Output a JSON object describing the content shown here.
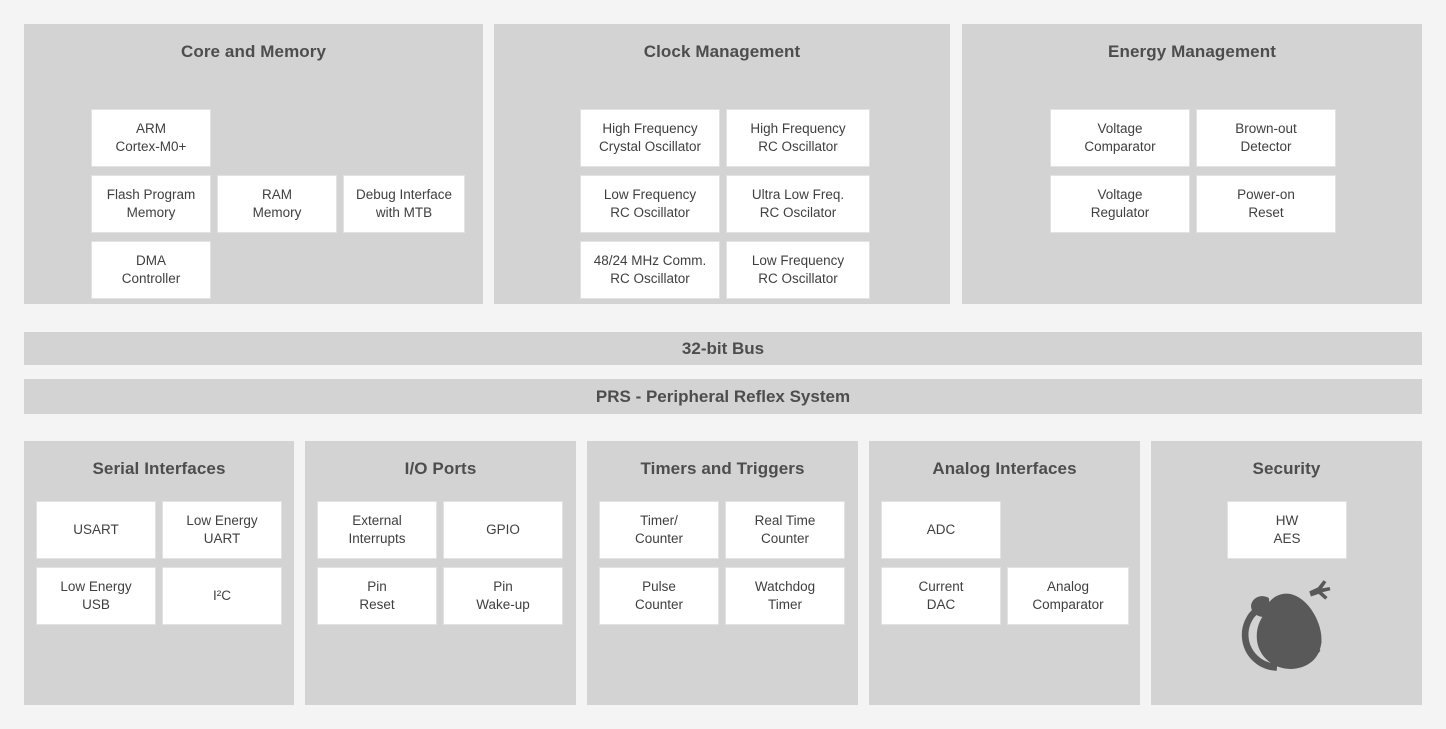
{
  "colors": {
    "page_background": "#f4f4f4",
    "panel_background": "#d3d3d3",
    "block_background": "#ffffff",
    "block_border": "#e2e2e2",
    "title_text": "#4d4d4d",
    "block_text": "#3f3f3f",
    "logo": "#595959"
  },
  "panels": {
    "core_and_memory": {
      "title": "Core and Memory",
      "blocks": [
        {
          "label": "ARM\nCortex-M0+",
          "line1": "ARM",
          "line2": "Cortex-M0+"
        },
        {
          "label": "Flash Program\nMemory",
          "line1": "Flash Program",
          "line2": "Memory"
        },
        {
          "label": "RAM\nMemory",
          "line1": "RAM",
          "line2": "Memory"
        },
        {
          "label": "Debug Interface\nwith MTB",
          "line1": "Debug Interface",
          "line2": "with MTB"
        },
        {
          "label": "DMA\nController",
          "line1": "DMA",
          "line2": "Controller"
        }
      ]
    },
    "clock_management": {
      "title": "Clock Management",
      "blocks": [
        {
          "line1": "High Frequency",
          "line2": "Crystal Oscillator"
        },
        {
          "line1": "High Frequency",
          "line2": "RC Oscillator"
        },
        {
          "line1": "Low Frequency",
          "line2": "RC Oscillator"
        },
        {
          "line1": "Ultra Low Freq.",
          "line2": "RC Oscilator"
        },
        {
          "line1": "48/24 MHz Comm.",
          "line2": "RC Oscillator"
        },
        {
          "line1": "Low Frequency",
          "line2": "RC Oscillator"
        }
      ]
    },
    "energy_management": {
      "title": "Energy Management",
      "blocks": [
        {
          "line1": "Voltage",
          "line2": "Comparator"
        },
        {
          "line1": "Brown-out",
          "line2": "Detector"
        },
        {
          "line1": "Voltage",
          "line2": "Regulator"
        },
        {
          "line1": "Power-on",
          "line2": "Reset"
        }
      ]
    },
    "serial_interfaces": {
      "title": "Serial Interfaces",
      "blocks": [
        {
          "line1": "USART",
          "line2": ""
        },
        {
          "line1": "Low Energy",
          "line2": "UART"
        },
        {
          "line1": "Low Energy",
          "line2": "USB"
        },
        {
          "line1": "I²C",
          "line2": ""
        }
      ]
    },
    "io_ports": {
      "title": "I/O Ports",
      "blocks": [
        {
          "line1": "External",
          "line2": "Interrupts"
        },
        {
          "line1": "GPIO",
          "line2": ""
        },
        {
          "line1": "Pin",
          "line2": "Reset"
        },
        {
          "line1": "Pin",
          "line2": "Wake-up"
        }
      ]
    },
    "timers_and_triggers": {
      "title": "Timers and Triggers",
      "blocks": [
        {
          "line1": "Timer/",
          "line2": "Counter"
        },
        {
          "line1": "Real Time",
          "line2": "Counter"
        },
        {
          "line1": "Pulse",
          "line2": "Counter"
        },
        {
          "line1": "Watchdog",
          "line2": "Timer"
        }
      ]
    },
    "analog_interfaces": {
      "title": "Analog Interfaces",
      "blocks": [
        {
          "line1": "ADC",
          "line2": ""
        },
        {
          "line1": "Current",
          "line2": "DAC"
        },
        {
          "line1": "Analog",
          "line2": "Comparator"
        }
      ]
    },
    "security": {
      "title": "Security",
      "blocks": [
        {
          "line1": "HW",
          "line2": "AES"
        }
      ],
      "logo_name": "gecko-logo"
    }
  },
  "buses": {
    "bus_32bit": "32-bit Bus",
    "prs": "PRS - Peripheral Reflex System"
  }
}
